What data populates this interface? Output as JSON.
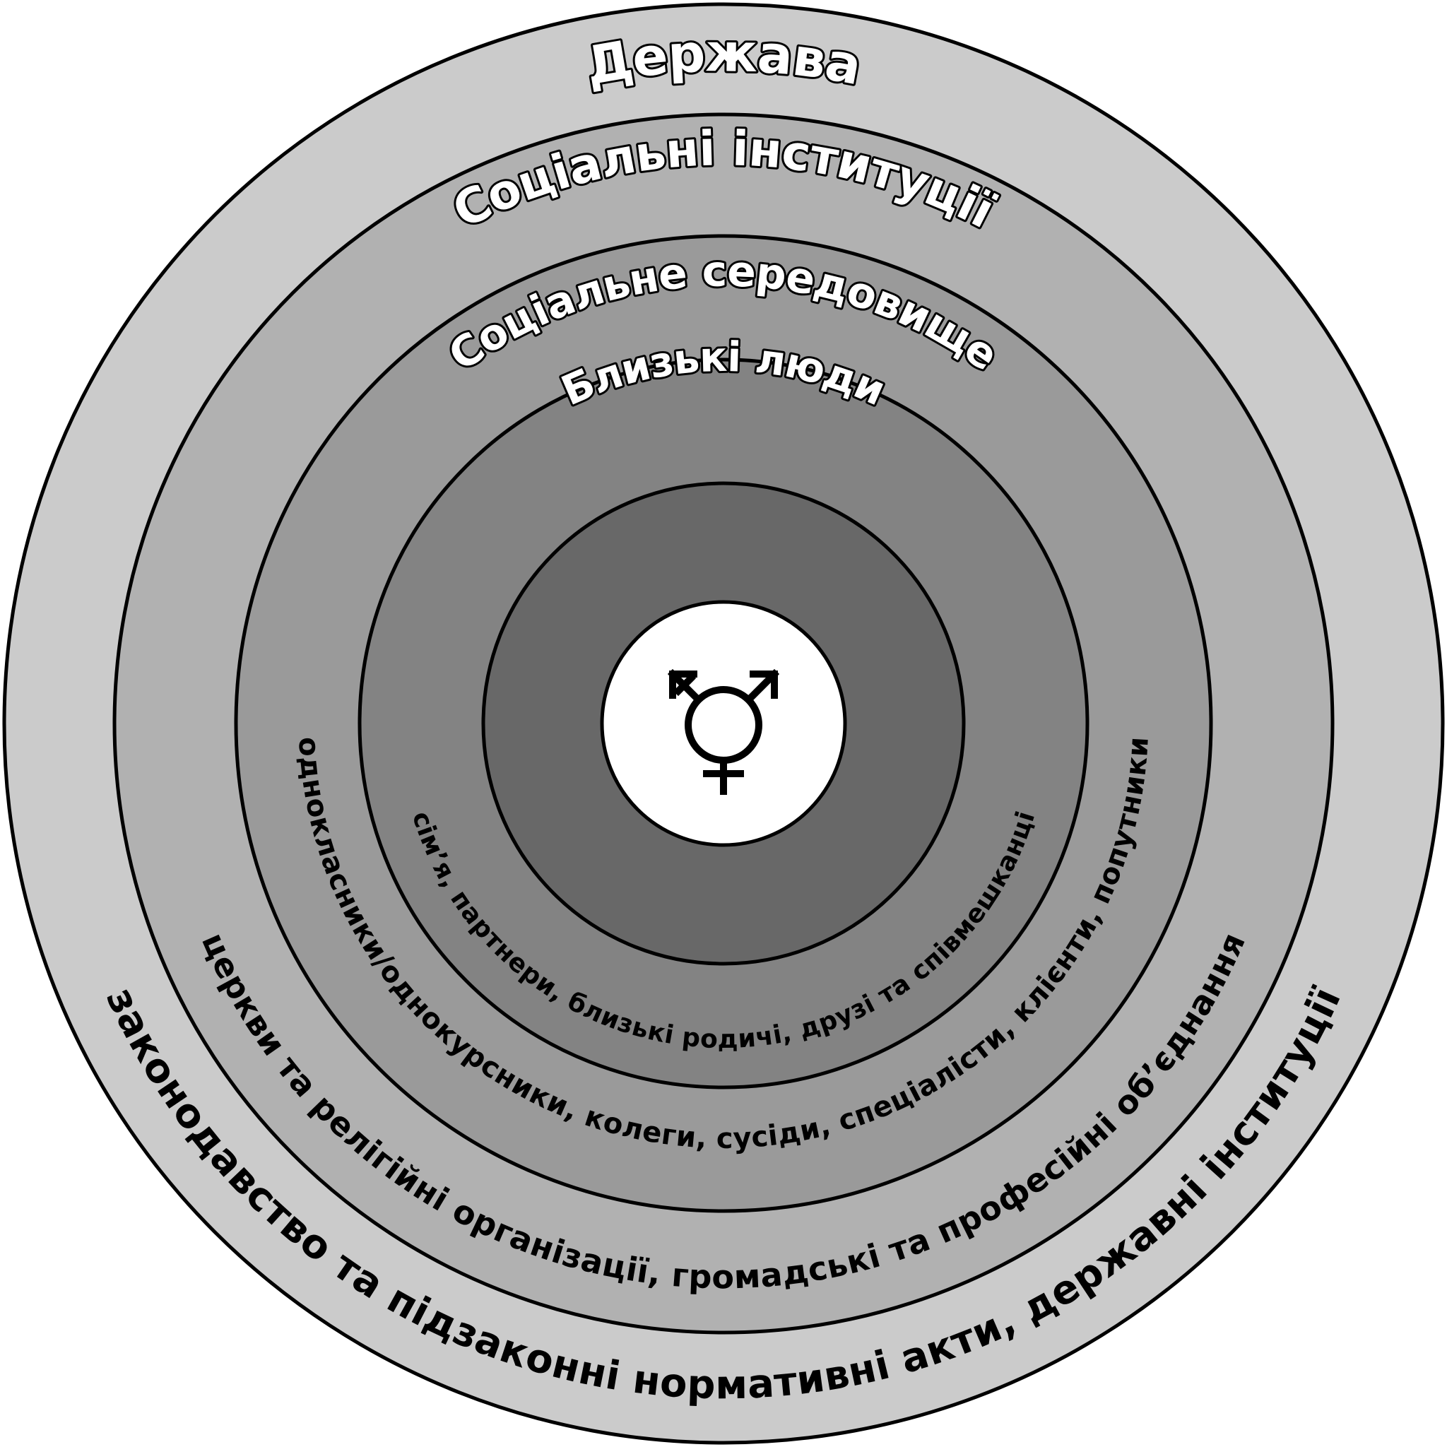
{
  "diagram": {
    "center_symbol": "transgender-symbol-icon",
    "rings": [
      {
        "id": "state",
        "title": "Держава",
        "members": "законодавство та підзаконні нормативні акти, державні інституції",
        "fill": "#cbcbcb"
      },
      {
        "id": "social-institutions",
        "title": "Соціальні інституції",
        "members": "церкви та релігійні організації, громадські та професійні об’єднання",
        "fill": "#b1b1b1"
      },
      {
        "id": "social-environment",
        "title": "Соціальне середовище",
        "members": "однокласники/однокурсники, колеги, сусіди, спеціалісти, клієнти, попутники",
        "fill": "#9a9a9a"
      },
      {
        "id": "close-people",
        "title": "Близькі люди",
        "members": "сім’я, партнери, близькі родичі, друзі та співмешканці",
        "fill": "#838383"
      },
      {
        "id": "inner",
        "title": "",
        "members": "",
        "fill": "#686868"
      }
    ],
    "core_fill": "#ffffff"
  }
}
